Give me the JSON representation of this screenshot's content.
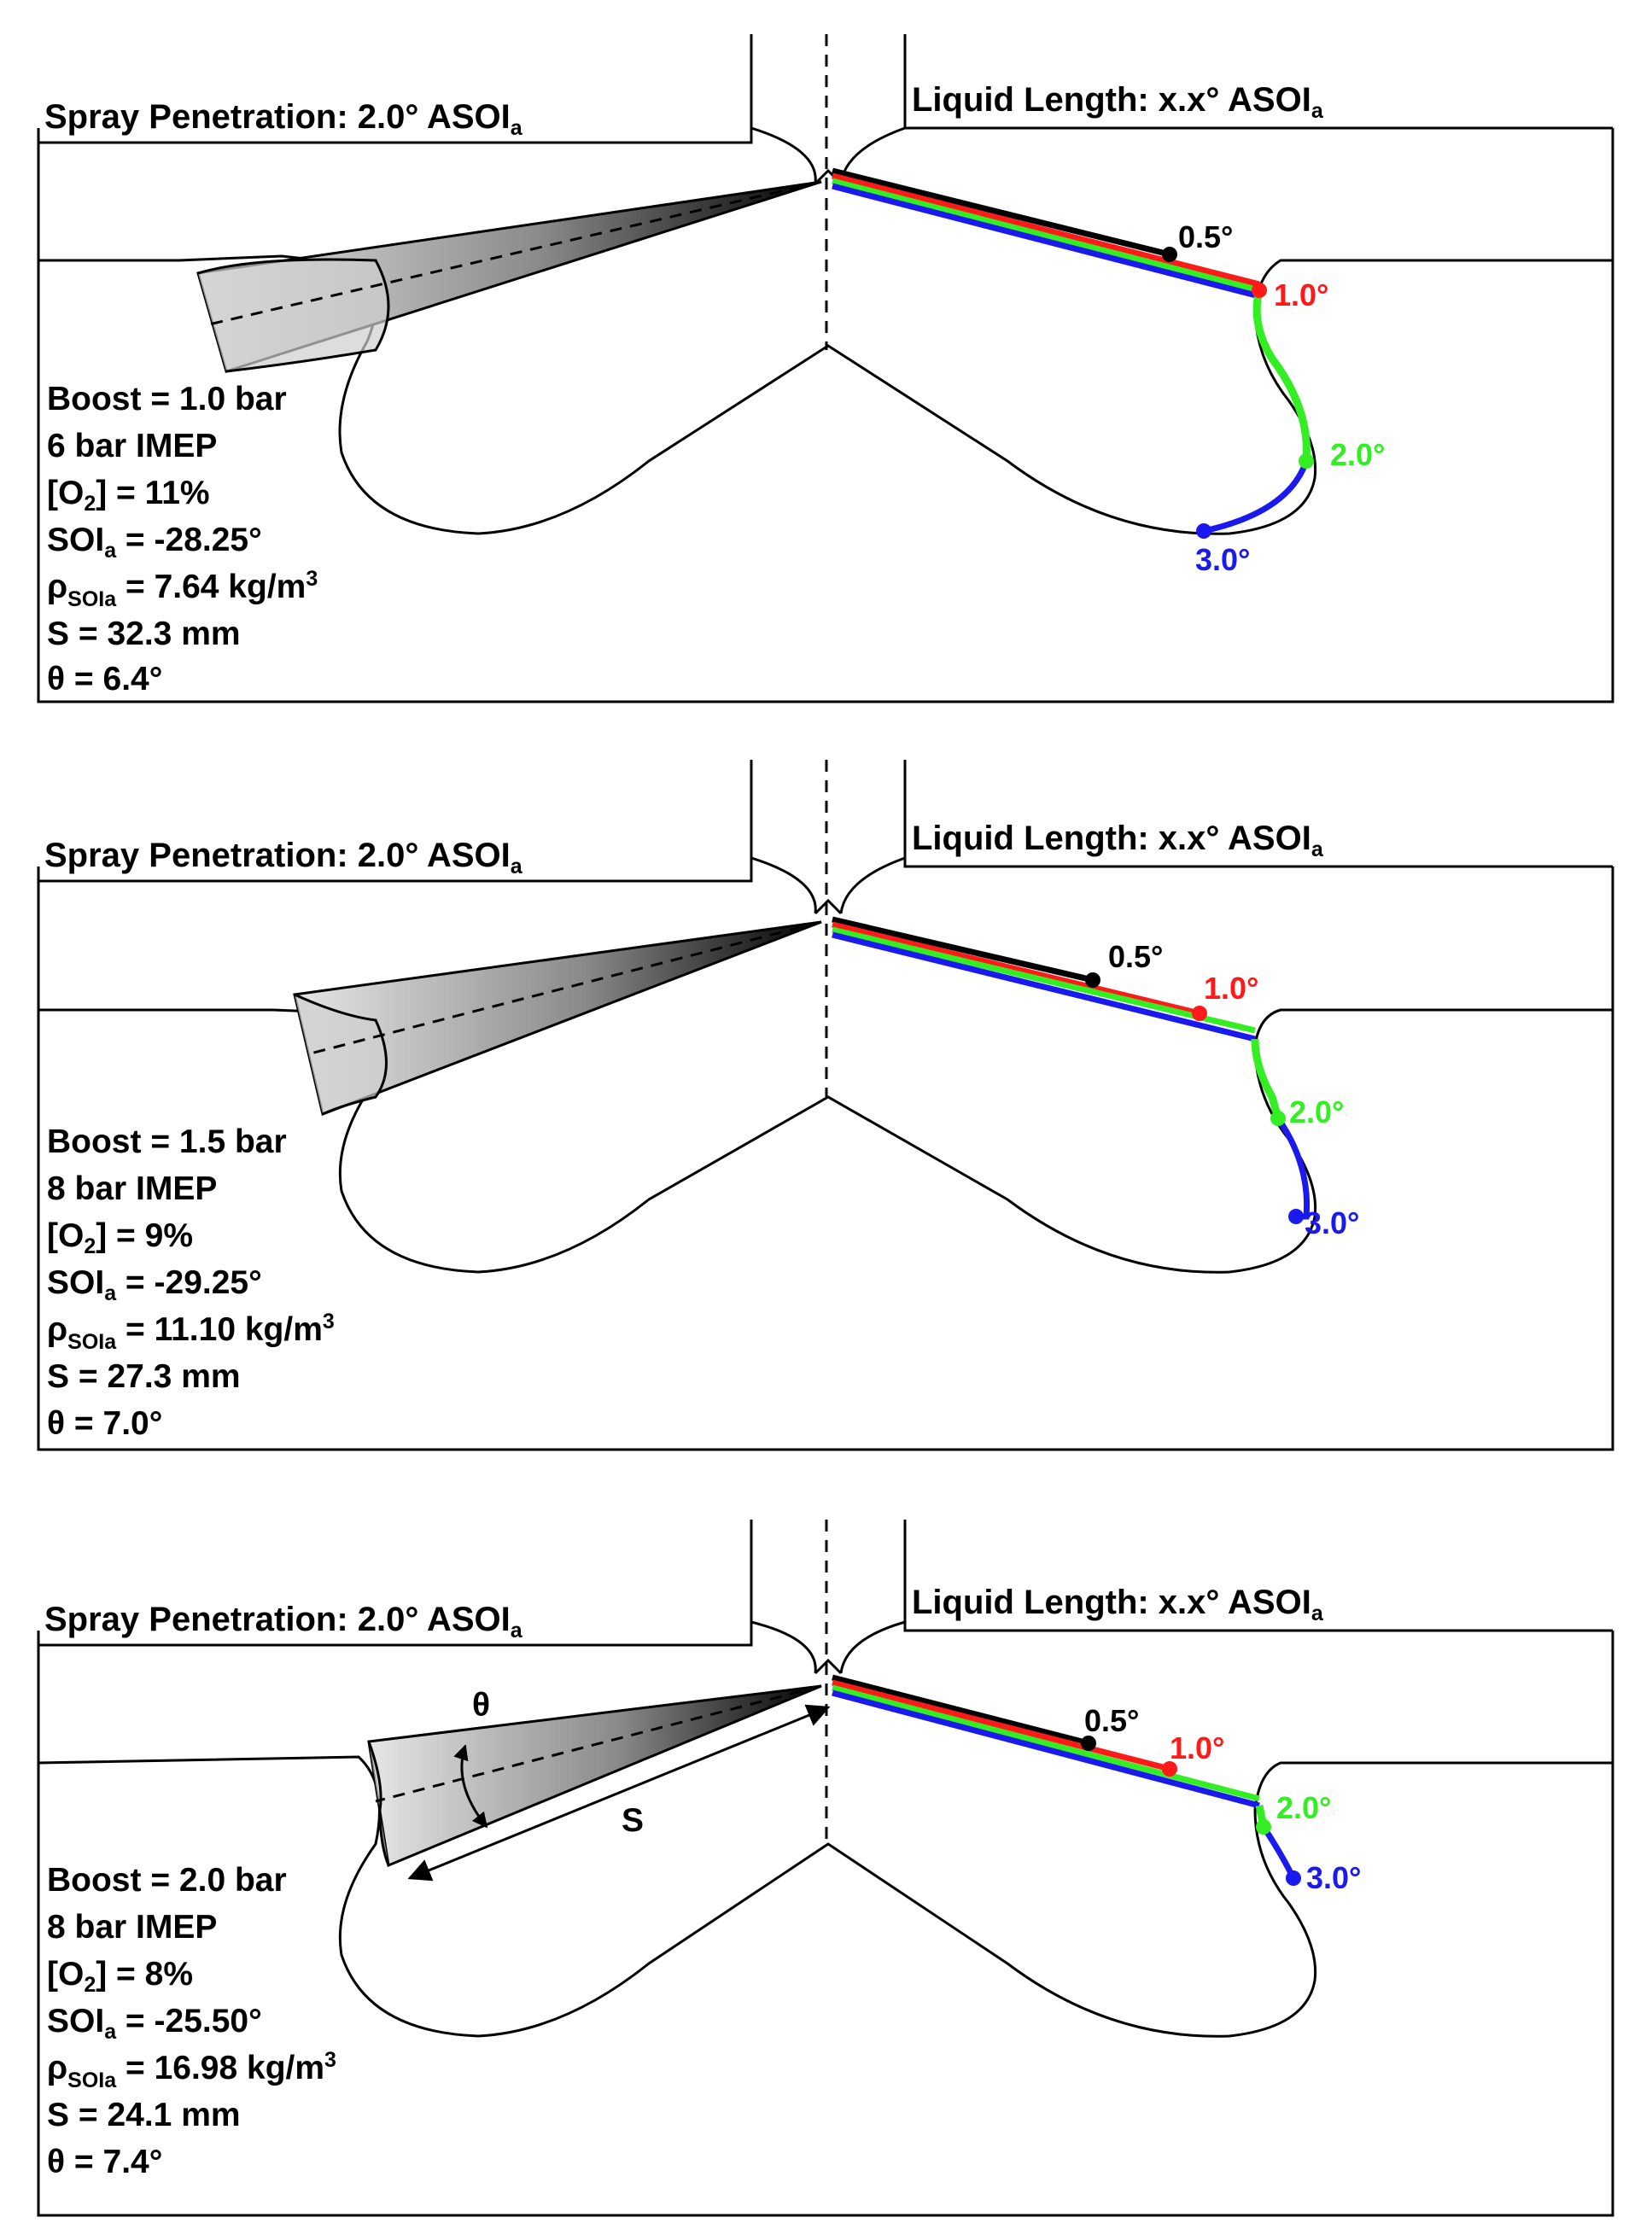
{
  "panels": [
    {
      "header_left": {
        "main": "Spray Penetration: 2.0° ASOI",
        "sub": "a"
      },
      "header_right": {
        "main": "Liquid Length: x.x° ASOI",
        "sub": "a"
      },
      "params": {
        "boost": "Boost = 1.0 bar",
        "load": "6 bar IMEP",
        "o2": {
          "pre": "[O",
          "sub": "2",
          "post": "] = 11%"
        },
        "soi": {
          "pre": "SOI",
          "sub": "a",
          "post": " = -28.25°"
        },
        "rho": {
          "pre": "ρ",
          "sub": "SOIa",
          "post": " = 7.64 kg/m",
          "sup": "3"
        },
        "s": "S = 32.3 mm",
        "theta": "θ = 6.4°"
      },
      "ticks": [
        {
          "label": "0.5°",
          "color": "#000000"
        },
        {
          "label": "1.0°",
          "color": "#ff1a1a"
        },
        {
          "label": "2.0°",
          "color": "#33ee22"
        },
        {
          "label": "3.0°",
          "color": "#1a1aee"
        }
      ]
    },
    {
      "header_left": {
        "main": "Spray Penetration: 2.0° ASOI",
        "sub": "a"
      },
      "header_right": {
        "main": "Liquid Length: x.x° ASOI",
        "sub": "a"
      },
      "params": {
        "boost": "Boost = 1.5 bar",
        "load": "8 bar IMEP",
        "o2": {
          "pre": "[O",
          "sub": "2",
          "post": "] = 9%"
        },
        "soi": {
          "pre": "SOI",
          "sub": "a",
          "post": " = -29.25°"
        },
        "rho": {
          "pre": "ρ",
          "sub": "SOIa",
          "post": " = 11.10 kg/m",
          "sup": "3"
        },
        "s": "S = 27.3 mm",
        "theta": "θ = 7.0°"
      },
      "ticks": [
        {
          "label": "0.5°",
          "color": "#000000"
        },
        {
          "label": "1.0°",
          "color": "#ff1a1a"
        },
        {
          "label": "2.0°",
          "color": "#33ee22"
        },
        {
          "label": "3.0°",
          "color": "#1a1aee"
        }
      ]
    },
    {
      "header_left": {
        "main": "Spray Penetration: 2.0° ASOI",
        "sub": "a"
      },
      "header_right": {
        "main": "Liquid Length: x.x° ASOI",
        "sub": "a"
      },
      "params": {
        "boost": "Boost = 2.0 bar",
        "load": "8 bar IMEP",
        "o2": {
          "pre": "[O",
          "sub": "2",
          "post": "] = 8%"
        },
        "soi": {
          "pre": "SOI",
          "sub": "a",
          "post": " = -25.50°"
        },
        "rho": {
          "pre": "ρ",
          "sub": "SOIa",
          "post": " = 16.98 kg/m",
          "sup": "3"
        },
        "s": "S = 24.1 mm",
        "theta": "θ = 7.4°"
      },
      "ticks": [
        {
          "label": "0.5°",
          "color": "#000000"
        },
        {
          "label": "1.0°",
          "color": "#ff1a1a"
        },
        {
          "label": "2.0°",
          "color": "#33ee22"
        },
        {
          "label": "3.0°",
          "color": "#1a1aee"
        }
      ],
      "annotations": {
        "theta": "θ",
        "s": "S"
      }
    }
  ],
  "colors": {
    "line_black": "#000000",
    "line_red": "#ff1a1a",
    "line_green": "#33ee22",
    "line_blue": "#1a1aee"
  }
}
